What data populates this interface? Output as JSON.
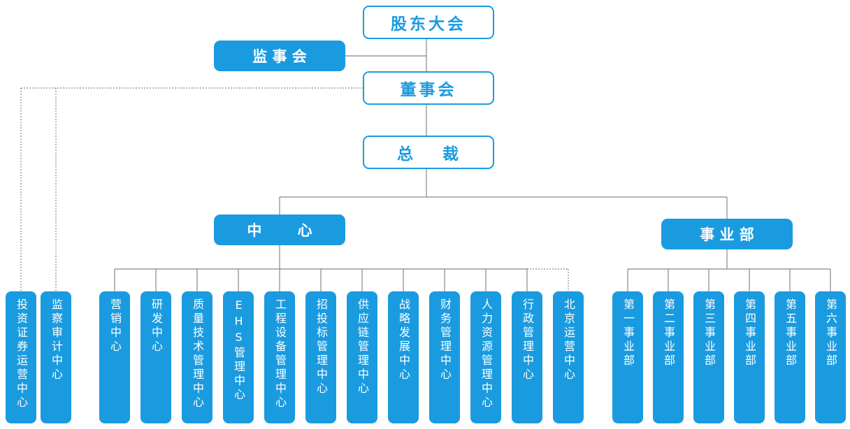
{
  "top": {
    "shareholders": "股东大会",
    "supervisors": "监 事 会",
    "board": "董事会",
    "president": "总    裁"
  },
  "branches": {
    "centers_label": "中       心",
    "business_label": "事 业 部"
  },
  "board_direct": [
    "投资证券运营中心",
    "监察审计中心"
  ],
  "centers": [
    "营销中心",
    "研发中心",
    "质量技术管理中心",
    "EHS管理中心",
    "工程设备管理中心",
    "招投标管理中心",
    "供应链管理中心",
    "战略发展中心",
    "财务管理中心",
    "人力资源管理中心",
    "行政管理中心",
    "北京运营中心"
  ],
  "business_units": [
    "第一事业部",
    "第二事业部",
    "第三事业部",
    "第四事业部",
    "第五事业部",
    "第六事业部"
  ],
  "colors": {
    "accent": "#1a9be0",
    "line": "#888888"
  }
}
